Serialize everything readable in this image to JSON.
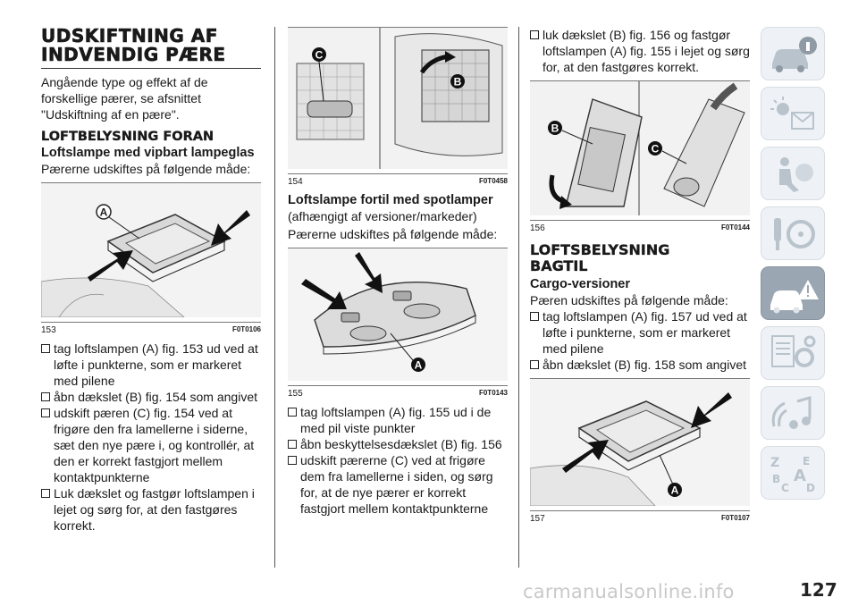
{
  "col1": {
    "title_line1": "UDSKIFTNING AF",
    "title_line2": "INDVENDIG PÆRE",
    "intro": "Angående type og effekt af de forskellige pærer, se afsnittet \"Udskiftning af en pære\".",
    "heading_foran": "LOFTBELYSNING FORAN",
    "subheading": "Loftslampe med vipbart lampeglas",
    "lead": "Pærerne udskiftes på følgende måde:",
    "fig153": {
      "num": "153",
      "code": "F0T0106",
      "label_a": "A"
    },
    "bullets": [
      "tag loftslampen (A) fig. 153 ud ved at løfte i punkterne, som er markeret med pilene",
      "åbn dækslet (B) fig. 154 som angivet",
      "udskift pæren (C) fig. 154 ved at frigøre den fra lamellerne i siderne, sæt den nye pære i, og kontrollér, at den er korrekt fastgjort mellem kontaktpunkterne",
      "Luk dækslet og fastgør loftslampen i lejet og sørg for, at den fastgøres korrekt."
    ]
  },
  "col2": {
    "fig154": {
      "num": "154",
      "code": "F0T0458",
      "label_c": "C",
      "label_b": "B"
    },
    "subheading": "Loftslampe fortil med spotlamper",
    "note": "(afhængigt af versioner/markeder)",
    "lead": "Pærerne udskiftes på følgende måde:",
    "fig155": {
      "num": "155",
      "code": "F0T0143",
      "label_a": "A"
    },
    "bullets": [
      "tag loftslampen (A) fig. 155 ud i de med pil viste punkter",
      "åbn beskyttelsesdækslet (B) fig. 156",
      "udskift pærerne (C) ved at frigøre dem fra lamellerne i siden, og sørg for, at de nye pærer er korrekt fastgjort mellem kontaktpunkterne"
    ]
  },
  "col3": {
    "bullet_top": "luk dækslet (B) fig. 156 og fastgør loftslampen (A) fig. 155 i lejet og sørg for, at den fastgøres korrekt.",
    "fig156": {
      "num": "156",
      "code": "F0T0144",
      "label_b": "B",
      "label_c": "C"
    },
    "heading_line1": "LOFTSBELYSNING",
    "heading_line2": "BAGTIL",
    "subheading": "Cargo-versioner",
    "lead": "Pæren udskiftes på følgende måde:",
    "bullets": [
      "tag loftslampen (A) fig. 157 ud ved at løfte i punkterne, som er markeret med pilene",
      "åbn dækslet (B) fig. 158 som angivet"
    ],
    "fig157": {
      "num": "157",
      "code": "F0T0107",
      "label_a": "A"
    }
  },
  "sidebar": {
    "tabs": [
      {
        "icon": "car-info-icon"
      },
      {
        "icon": "dashboard-lights-icon"
      },
      {
        "icon": "seat-airbag-icon"
      },
      {
        "icon": "key-steering-icon"
      },
      {
        "icon": "warning-car-icon",
        "active": true
      },
      {
        "icon": "maintenance-icon"
      },
      {
        "icon": "multimedia-icon"
      },
      {
        "icon": "index-letters-icon"
      }
    ]
  },
  "page_number": "127",
  "watermark": "carmanualsonline.info"
}
